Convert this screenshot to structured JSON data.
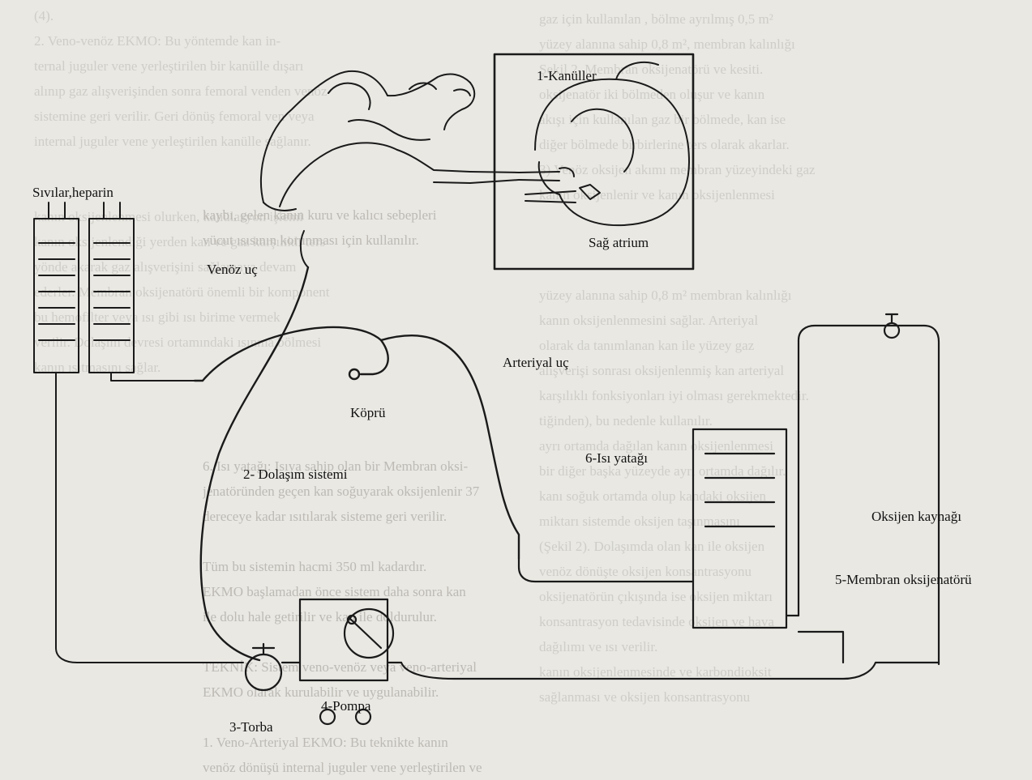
{
  "diagram": {
    "labels": {
      "fluids": "Sıvılar,heparin",
      "cannulas": "1-Kanüller",
      "right_atrium": "Sağ atrium",
      "venous_end": "Venöz uç",
      "arterial_end": "Arteriyal uç",
      "bridge": "Köprü",
      "circulation": "2- Dolaşım sistemi",
      "heat_bed": "6-Isı yatağı",
      "oxygen_source": "Oksijen kaynağı",
      "membrane_oxygenator": "5-Membran oksijenatörü",
      "pump": "4-Pompa",
      "bag": "3-Torba"
    }
  },
  "background_text": {
    "left_column": [
      "(4).",
      "2. Veno-venöz EKMO: Bu yöntemde kan in-",
      "ternal juguler vene yerleştirilen bir kanülle dışarı",
      "alınıp gaz alışverişinden sonra femoral venden venöz",
      "sistemine geri verilir. Geri dönüş femoral ven veya",
      "internal juguler vene yerleştirilen kanülle sağlanır.",
      "",
      "",
      "kanın oksijenlenmesi olurken, kanülasyon işlemi",
      "kanın oksijenlendiği yerden kan ve gaz karşılıklı ters",
      "yönde akarak gaz alışverişini sağlamaya devam",
      "ederler. Membran oksijenatörü önemli bir komponent",
      "bu hemofilter veya ısı gibi ısı birime vermek",
      "verilir. Dolaşım devresi ortamındaki ısınma bölmesi",
      "kanın ısıtmasını sağlar."
    ],
    "middle_column": [
      "kaybı, gelen kanın kuru ve kalıcı sebepleri",
      "vücut ısısının korunması için kullanılır.",
      "",
      "",
      "",
      "",
      "",
      "",
      "",
      "",
      "6. Isı yatağı: Isıya sahip olan bir Membran oksi-",
      "jenatöründen geçen kan soğuyarak oksijenlenir 37",
      "dereceye kadar ısıtılarak sisteme geri verilir.",
      "",
      "Tüm bu sistemin hacmi 350 ml kadardır.",
      "EKMO başlamadan önce sistem daha sonra kan",
      "ile dolu hale getirilir ve kan ile doldurulur.",
      "",
      "TEKNİK: Sistem veno-venöz veya veno-arteriyal",
      "EKMO olarak kurulabilir ve uygulanabilir.",
      "",
      "1. Veno-Arteriyal EKMO: Bu teknikte kanın",
      "venöz dönüşü internal juguler vene yerleştirilen ve"
    ],
    "right_column": [
      "gaz için kullanılan , bölme ayrılmış 0,5 m²",
      "yüzey alanına sahip 0,8 m², membran kalınlığı",
      "Şekil 2. Membran oksijenatörü ve kesiti.",
      "oksijenatör iki bölmeden oluşur ve kanın",
      "akışı için kullanılan gaz bir bölmede, kan ise",
      "diğer bölmede birbirlerine ters olarak akarlar.",
      "3) Venöz oksijen akımı membran yüzeyindeki gaz",
      "kanın oksijenlenir ve kanın oksijenlenmesi",
      "",
      "",
      "",
      "yüzey alanına sahip 0,8 m² membran kalınlığı",
      "kanın oksijenlenmesini sağlar. Arteriyal",
      "olarak da tanımlanan kan ile yüzey gaz",
      "alışverişi sonrası oksijenlenmiş kan arteriyal",
      "karşılıklı fonksiyonları iyi olması gerekmektedir.",
      "tiğinden), bu nedenle kullanılır.",
      "ayrı ortamda dağılan kanın oksijenlenmesi",
      "bir diğer başka yüzeyde ayrı ortamda dağılır.",
      "kanı soğuk ortamda olup kandaki oksijen",
      "miktarı sistemde oksijen taşınmasını",
      "(Şekil 2). Dolaşımda olan kan ile oksijen",
      "venöz dönüşte oksijen konsantrasyonu",
      "oksijenatörün çıkışında ise oksijen miktarı",
      "konsantrasyon tedavisinde oksijen ve hava",
      "dağılımı ve ısı verilir.",
      "kanın oksijenlenmesinde ve karbondioksit",
      "sağlanması ve oksijen konsantrasyonu"
    ]
  }
}
